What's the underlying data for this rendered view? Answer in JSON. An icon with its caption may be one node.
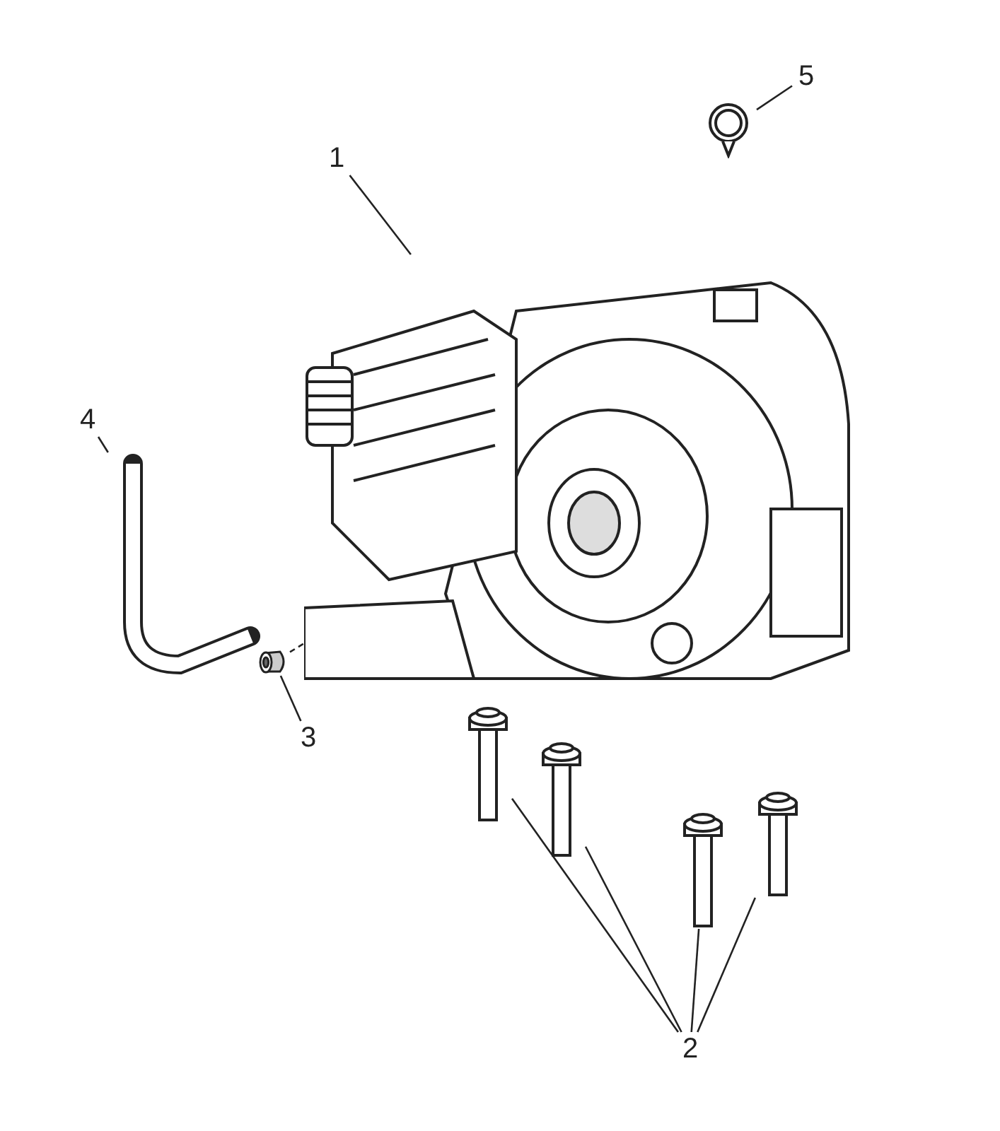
{
  "diagram": {
    "nodes": [
      {
        "text": [
          "1"
        ]
      },
      {
        "text": [],
        "shape": "picture"
      },
      {
        "text": [
          "5"
        ]
      },
      {
        "text": [],
        "shape": "picture"
      },
      {
        "text": [
          "4"
        ]
      },
      {
        "text": [],
        "shape": "picture"
      },
      {
        "text": [],
        "shape": "cylinder"
      },
      {
        "text": [
          "3"
        ]
      },
      {
        "text": [],
        "shape": "picture"
      },
      {
        "text": [],
        "shape": "picture"
      },
      {
        "text": [],
        "shape": "picture"
      },
      {
        "text": [],
        "shape": "picture"
      },
      {
        "text": [
          "2"
        ]
      }
    ],
    "edges": [
      {
        "from": 0,
        "to": 1,
        "arrow": "none"
      },
      {
        "from": 2,
        "to": 3,
        "arrow": "none"
      },
      {
        "from": 4,
        "to": 5,
        "arrow": "none"
      },
      {
        "from": 7,
        "to": 6,
        "arrow": "none"
      },
      {
        "from": 6,
        "to": 1,
        "arrow": "none",
        "style": "dashed"
      },
      {
        "from": 12,
        "to": 8,
        "arrow": "none"
      },
      {
        "from": 12,
        "to": 9,
        "arrow": "none"
      },
      {
        "from": 12,
        "to": 10,
        "arrow": "none"
      },
      {
        "from": 12,
        "to": 11,
        "arrow": "none"
      }
    ]
  }
}
